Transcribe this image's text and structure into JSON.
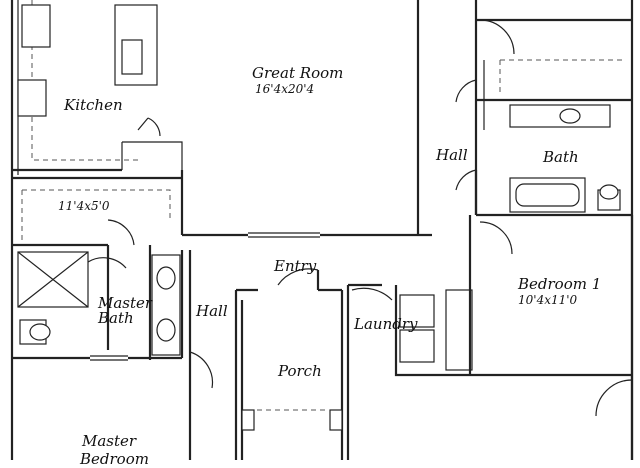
{
  "rooms": {
    "great_room": {
      "name": "Great Room",
      "dim": "16'4x20'4"
    },
    "kitchen": {
      "name": "Kitchen"
    },
    "closet": {
      "dim": "11'4x5'0"
    },
    "master_bath": {
      "name_line1": "Master",
      "name_line2": "Bath"
    },
    "hall_left": {
      "name": "Hall"
    },
    "entry": {
      "name": "Entry"
    },
    "porch": {
      "name": "Porch"
    },
    "laundry": {
      "name": "Laundry"
    },
    "hall_right": {
      "name": "Hall"
    },
    "bath": {
      "name": "Bath"
    },
    "bedroom1": {
      "name": "Bedroom 1",
      "dim": "10'4x11'0"
    },
    "master_bedroom": {
      "name_line1": "Master",
      "name_line2": "Bedroom"
    }
  }
}
